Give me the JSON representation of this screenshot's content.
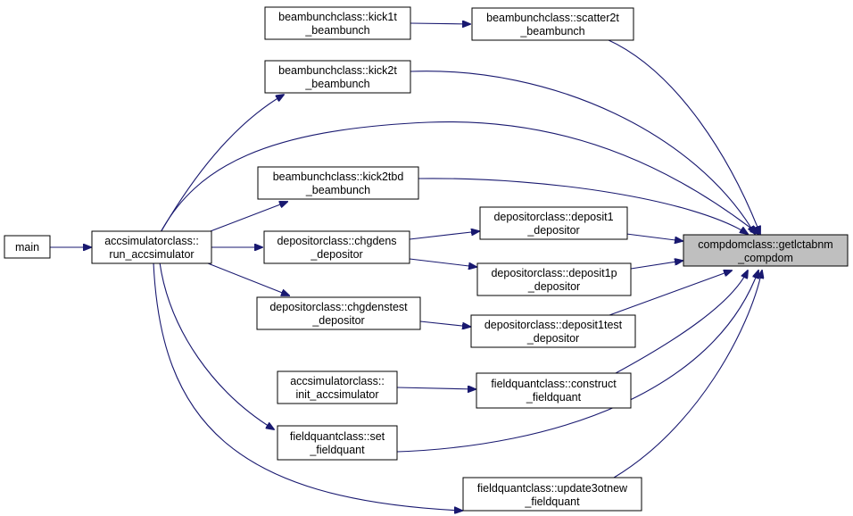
{
  "graph": {
    "colors": {
      "edge": "#191970",
      "node_border": "#000000",
      "node_fill": "#ffffff",
      "highlight_fill": "#bfbfbf"
    },
    "nodes": {
      "main": {
        "lines": [
          "main"
        ]
      },
      "run_accsimulator": {
        "lines": [
          "accsimulatorclass::",
          "run_accsimulator"
        ]
      },
      "kick1t": {
        "lines": [
          "beambunchclass::kick1t",
          "_beambunch"
        ]
      },
      "scatter2t": {
        "lines": [
          "beambunchclass::scatter2t",
          "_beambunch"
        ]
      },
      "kick2t": {
        "lines": [
          "beambunchclass::kick2t",
          "_beambunch"
        ]
      },
      "kick2tbd": {
        "lines": [
          "beambunchclass::kick2tbd",
          "_beambunch"
        ]
      },
      "chgdens": {
        "lines": [
          "depositorclass::chgdens",
          "_depositor"
        ]
      },
      "deposit1": {
        "lines": [
          "depositorclass::deposit1",
          "_depositor"
        ]
      },
      "deposit1p": {
        "lines": [
          "depositorclass::deposit1p",
          "_depositor"
        ]
      },
      "chgdenstest": {
        "lines": [
          "depositorclass::chgdenstest",
          "_depositor"
        ]
      },
      "deposit1test": {
        "lines": [
          "depositorclass::deposit1test",
          "_depositor"
        ]
      },
      "init_accsimulator": {
        "lines": [
          "accsimulatorclass::",
          "init_accsimulator"
        ]
      },
      "construct": {
        "lines": [
          "fieldquantclass::construct",
          "_fieldquant"
        ]
      },
      "set_fieldquant": {
        "lines": [
          "fieldquantclass::set",
          "_fieldquant"
        ]
      },
      "update3otnew": {
        "lines": [
          "fieldquantclass::update3otnew",
          "_fieldquant"
        ]
      },
      "getlctabnm": {
        "lines": [
          "compdomclass::getlctabnm",
          "_compdom"
        ],
        "highlighted": true
      }
    }
  }
}
